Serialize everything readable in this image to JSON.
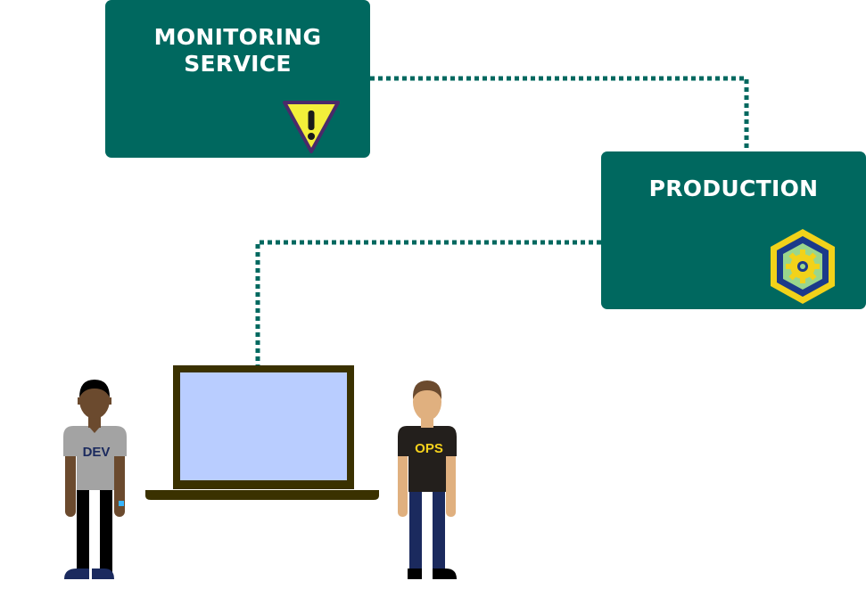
{
  "monitoring_service": {
    "title_line1": "MONITORING",
    "title_line2": "SERVICE",
    "icon": "warning-icon"
  },
  "production": {
    "title": "PRODUCTION",
    "icon": "gear-hexagon-icon"
  },
  "people": {
    "dev": {
      "shirt_text": "DEV"
    },
    "ops": {
      "shirt_text": "OPS"
    }
  },
  "device": {
    "icon": "laptop-icon"
  },
  "colors": {
    "box": "#00685f",
    "connector": "#00685f",
    "laptop_screen": "#b9cdff",
    "laptop_frame": "#3a3100",
    "warning_fill": "#f3ef3a",
    "warning_border": "#4a2a6a",
    "dev_shirt_text": "#1b2a5e",
    "ops_shirt_text": "#f6d21c"
  }
}
